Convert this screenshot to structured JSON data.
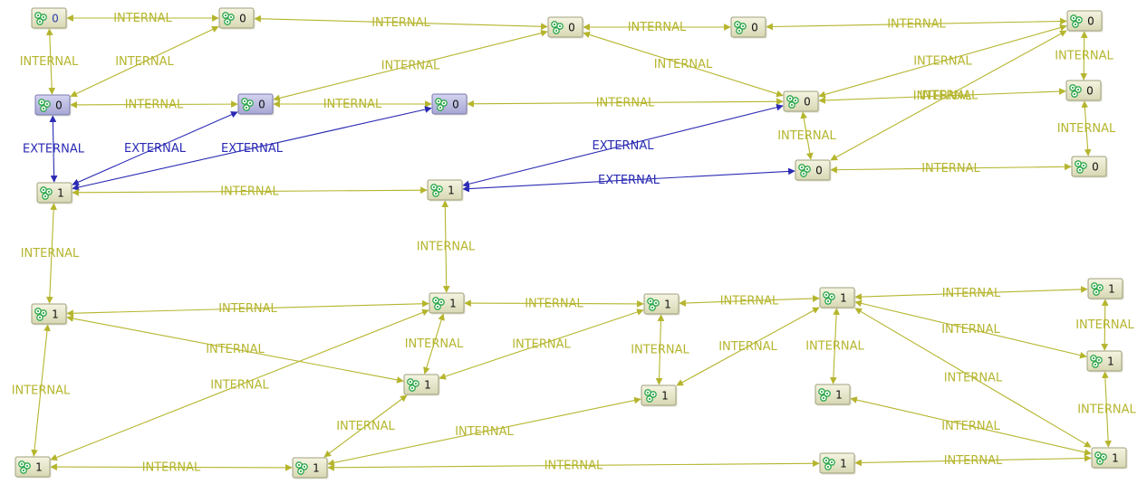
{
  "colors": {
    "internal": "#b5b52e",
    "external": "#2a2ab4",
    "node_fill": "#e7e7c8",
    "node_stroke": "#a0a07e",
    "node_fill_selected": "#b8b8df",
    "node_stroke_selected": "#7a7ab0",
    "icon_green": "#2ea84b",
    "node_text": "#111111",
    "node_text_alt": "#2f3fb0"
  },
  "nodes": [
    {
      "id": "a1",
      "label": "0"
    },
    {
      "id": "a2",
      "label": "0"
    },
    {
      "id": "a3",
      "label": "0"
    },
    {
      "id": "a4",
      "label": "0"
    },
    {
      "id": "a5",
      "label": "0"
    },
    {
      "id": "b1",
      "label": "0"
    },
    {
      "id": "b2",
      "label": "0"
    },
    {
      "id": "b3",
      "label": "0"
    },
    {
      "id": "b4",
      "label": "0"
    },
    {
      "id": "b5",
      "label": "0"
    },
    {
      "id": "c1",
      "label": "1"
    },
    {
      "id": "c2",
      "label": "1"
    },
    {
      "id": "c3",
      "label": "0"
    },
    {
      "id": "c4",
      "label": "0"
    },
    {
      "id": "d1",
      "label": "1"
    },
    {
      "id": "d2",
      "label": "1"
    },
    {
      "id": "d3",
      "label": "1"
    },
    {
      "id": "d4",
      "label": "1"
    },
    {
      "id": "d5",
      "label": "1"
    },
    {
      "id": "e1",
      "label": "1"
    },
    {
      "id": "e2",
      "label": "1"
    },
    {
      "id": "e3",
      "label": "1"
    },
    {
      "id": "e4",
      "label": "1"
    },
    {
      "id": "f1",
      "label": "1"
    },
    {
      "id": "f2",
      "label": "1"
    },
    {
      "id": "f3",
      "label": "1"
    },
    {
      "id": "f4",
      "label": "1"
    }
  ],
  "edges": [
    {
      "from": "a1",
      "to": "a2",
      "label": "INTERNAL",
      "type": "internal"
    },
    {
      "from": "a1",
      "to": "b1",
      "label": "INTERNAL",
      "type": "internal"
    },
    {
      "from": "a2",
      "to": "b1",
      "label": "INTERNAL",
      "type": "internal"
    },
    {
      "from": "a2",
      "to": "a3",
      "label": "INTERNAL",
      "type": "internal"
    },
    {
      "from": "a3",
      "to": "a4",
      "label": "INTERNAL",
      "type": "internal"
    },
    {
      "from": "a4",
      "to": "a5",
      "label": "INTERNAL",
      "type": "internal"
    },
    {
      "from": "a3",
      "to": "b2",
      "label": "INTERNAL",
      "type": "internal"
    },
    {
      "from": "a3",
      "to": "b4",
      "label": "INTERNAL",
      "type": "internal"
    },
    {
      "from": "a5",
      "to": "b4",
      "label": "INTERNAL",
      "type": "internal"
    },
    {
      "from": "a5",
      "to": "b5",
      "label": "INTERNAL",
      "type": "internal"
    },
    {
      "from": "a5",
      "to": "c3",
      "label": "INTERNAL",
      "type": "internal"
    },
    {
      "from": "b1",
      "to": "b2",
      "label": "INTERNAL",
      "type": "internal"
    },
    {
      "from": "b2",
      "to": "b3",
      "label": "INTERNAL",
      "type": "internal"
    },
    {
      "from": "b3",
      "to": "b4",
      "label": "INTERNAL",
      "type": "internal"
    },
    {
      "from": "b4",
      "to": "b5",
      "label": "INTERNAL",
      "type": "internal"
    },
    {
      "from": "b4",
      "to": "c3",
      "label": "INTERNAL",
      "type": "internal"
    },
    {
      "from": "b5",
      "to": "c4",
      "label": "INTERNAL",
      "type": "internal"
    },
    {
      "from": "c3",
      "to": "c4",
      "label": "INTERNAL",
      "type": "internal"
    },
    {
      "from": "b1",
      "to": "c1",
      "label": "EXTERNAL",
      "type": "external"
    },
    {
      "from": "b2",
      "to": "c1",
      "label": "EXTERNAL",
      "type": "external"
    },
    {
      "from": "b3",
      "to": "c1",
      "label": "EXTERNAL",
      "type": "external"
    },
    {
      "from": "b4",
      "to": "c2",
      "label": "EXTERNAL",
      "type": "external"
    },
    {
      "from": "c3",
      "to": "c2",
      "label": "EXTERNAL",
      "type": "external"
    },
    {
      "from": "c1",
      "to": "c2",
      "label": "INTERNAL",
      "type": "internal"
    },
    {
      "from": "c1",
      "to": "d1",
      "label": "INTERNAL",
      "type": "internal"
    },
    {
      "from": "c2",
      "to": "d2",
      "label": "INTERNAL",
      "type": "internal"
    },
    {
      "from": "d1",
      "to": "d2",
      "label": "INTERNAL",
      "type": "internal"
    },
    {
      "from": "d1",
      "to": "e1",
      "label": "INTERNAL",
      "type": "internal"
    },
    {
      "from": "d1",
      "to": "f1",
      "label": "INTERNAL",
      "type": "internal"
    },
    {
      "from": "d2",
      "to": "f1",
      "label": "INTERNAL",
      "type": "internal"
    },
    {
      "from": "d2",
      "to": "e1",
      "label": "INTERNAL",
      "type": "internal"
    },
    {
      "from": "d2",
      "to": "d3",
      "label": "INTERNAL",
      "type": "internal"
    },
    {
      "from": "d3",
      "to": "e1",
      "label": "INTERNAL",
      "type": "internal"
    },
    {
      "from": "d3",
      "to": "e2",
      "label": "INTERNAL",
      "type": "internal"
    },
    {
      "from": "d3",
      "to": "d4",
      "label": "INTERNAL",
      "type": "internal"
    },
    {
      "from": "d4",
      "to": "e2",
      "label": "INTERNAL",
      "type": "internal"
    },
    {
      "from": "d4",
      "to": "d5",
      "label": "INTERNAL",
      "type": "internal"
    },
    {
      "from": "d4",
      "to": "e3",
      "label": "INTERNAL",
      "type": "internal"
    },
    {
      "from": "d4",
      "to": "e4",
      "label": "INTERNAL",
      "type": "internal"
    },
    {
      "from": "d4",
      "to": "f4",
      "label": "INTERNAL",
      "type": "internal"
    },
    {
      "from": "d5",
      "to": "e4",
      "label": "INTERNAL",
      "type": "internal"
    },
    {
      "from": "e4",
      "to": "f4",
      "label": "INTERNAL",
      "type": "internal"
    },
    {
      "from": "e1",
      "to": "f2",
      "label": "INTERNAL",
      "type": "internal"
    },
    {
      "from": "e2",
      "to": "f2",
      "label": "INTERNAL",
      "type": "internal"
    },
    {
      "from": "f1",
      "to": "f2",
      "label": "INTERNAL",
      "type": "internal"
    },
    {
      "from": "f2",
      "to": "f3",
      "label": "INTERNAL",
      "type": "internal"
    },
    {
      "from": "f3",
      "to": "f4",
      "label": "INTERNAL",
      "type": "internal"
    },
    {
      "from": "e3",
      "to": "f4",
      "label": "INTERNAL",
      "type": "internal"
    }
  ]
}
